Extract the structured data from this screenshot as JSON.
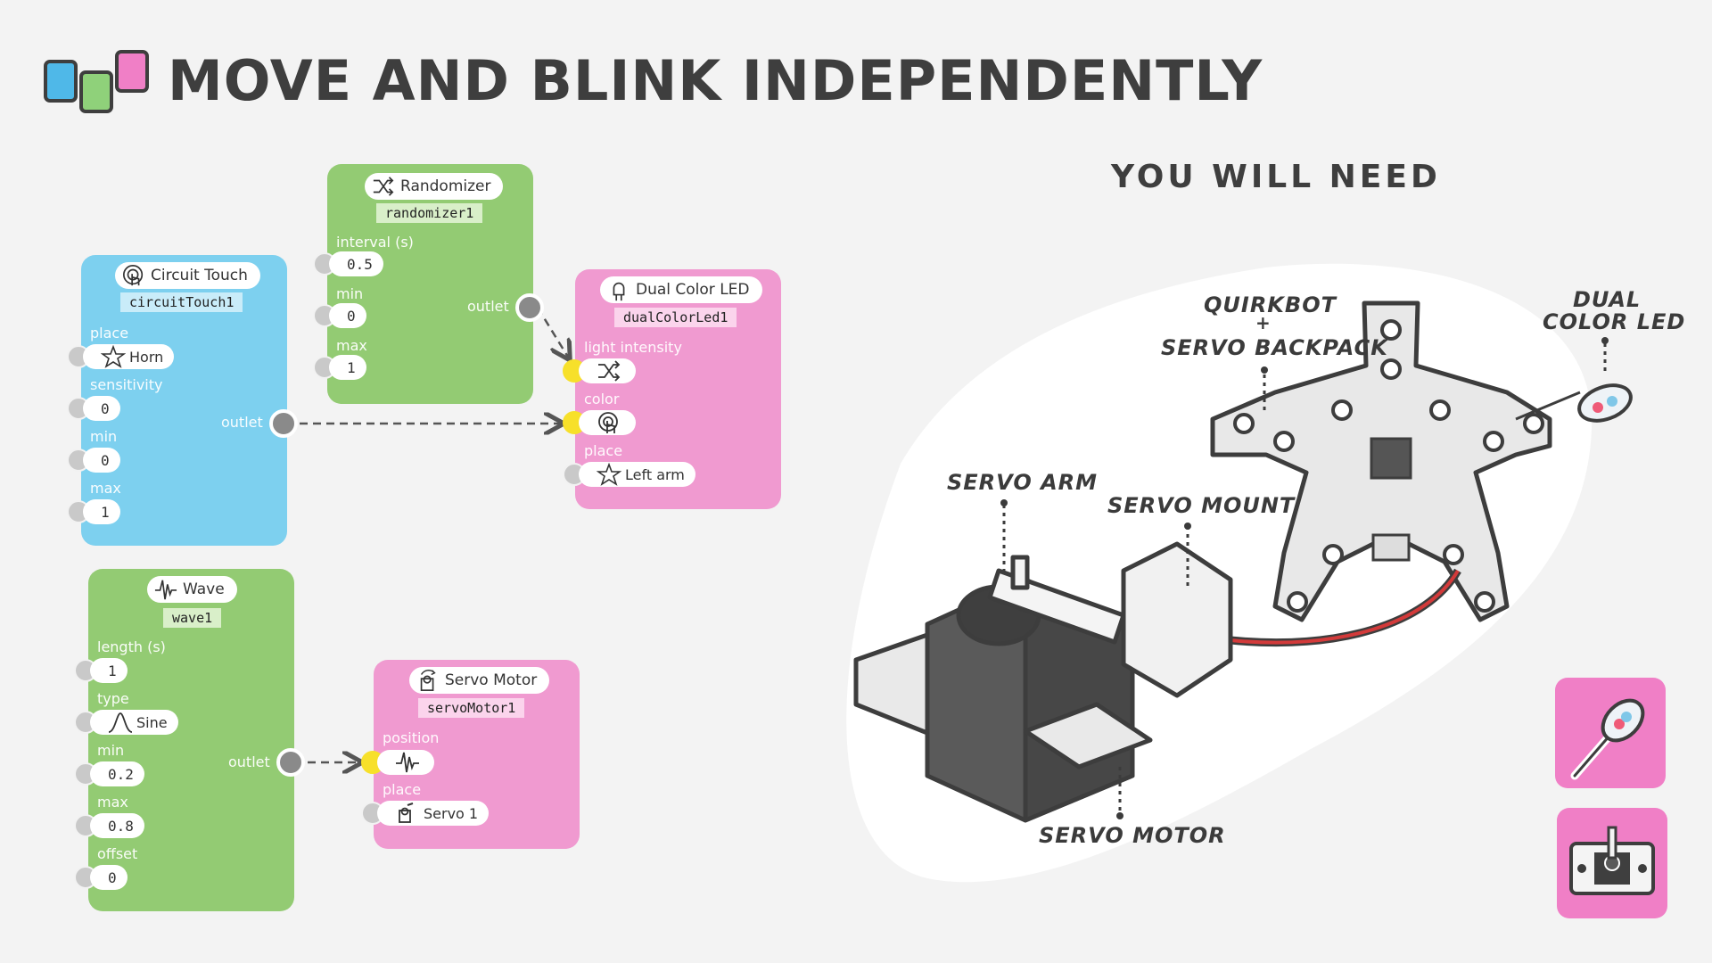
{
  "title": "MOVE AND BLINK INDEPENDENTLY",
  "you_will_need": "YOU WILL NEED",
  "colors": {
    "green": "#93cb73",
    "blue": "#7dd0ef",
    "pink": "#f09ad0",
    "yellow_port": "#f7e02a"
  },
  "nodes": {
    "randomizer": {
      "name": "Randomizer",
      "id": "randomizer1",
      "icon": "shuffle-icon",
      "fields": [
        {
          "label": "interval (s)",
          "value": "0.5"
        },
        {
          "label": "min",
          "value": "0"
        },
        {
          "label": "max",
          "value": "1"
        }
      ],
      "outlet": "outlet"
    },
    "circuit_touch": {
      "name": "Circuit Touch",
      "id": "circuitTouch1",
      "icon": "touch-icon",
      "fields": [
        {
          "label": "place",
          "value": "Horn"
        },
        {
          "label": "sensitivity",
          "value": "0"
        },
        {
          "label": "min",
          "value": "0"
        },
        {
          "label": "max",
          "value": "1"
        }
      ],
      "outlet": "outlet"
    },
    "dual_color_led": {
      "name": "Dual Color LED",
      "id": "dualColorLed1",
      "icon": "led-icon",
      "fields": [
        {
          "label": "light intensity",
          "value": ""
        },
        {
          "label": "color",
          "value": ""
        },
        {
          "label": "place",
          "value": "Left arm"
        }
      ]
    },
    "wave": {
      "name": "Wave",
      "id": "wave1",
      "icon": "wave-icon",
      "fields": [
        {
          "label": "length (s)",
          "value": "1"
        },
        {
          "label": "type",
          "value": "Sine"
        },
        {
          "label": "min",
          "value": "0.2"
        },
        {
          "label": "max",
          "value": "0.8"
        },
        {
          "label": "offset",
          "value": "0"
        }
      ],
      "outlet": "outlet"
    },
    "servo_motor": {
      "name": "Servo Motor",
      "id": "servoMotor1",
      "icon": "servo-icon",
      "fields": [
        {
          "label": "position",
          "value": ""
        },
        {
          "label": "place",
          "value": "Servo 1"
        }
      ]
    }
  },
  "callouts": {
    "quirkbot_line1": "QUIRKBOT",
    "quirkbot_plus": "+",
    "quirkbot_line2": "SERVO BACKPACK",
    "dual_line1": "DUAL",
    "dual_line2": "COLOR LED",
    "servo_arm": "SERVO ARM",
    "servo_mount": "SERVO MOUNT",
    "servo_motor": "SERVO MOTOR"
  }
}
